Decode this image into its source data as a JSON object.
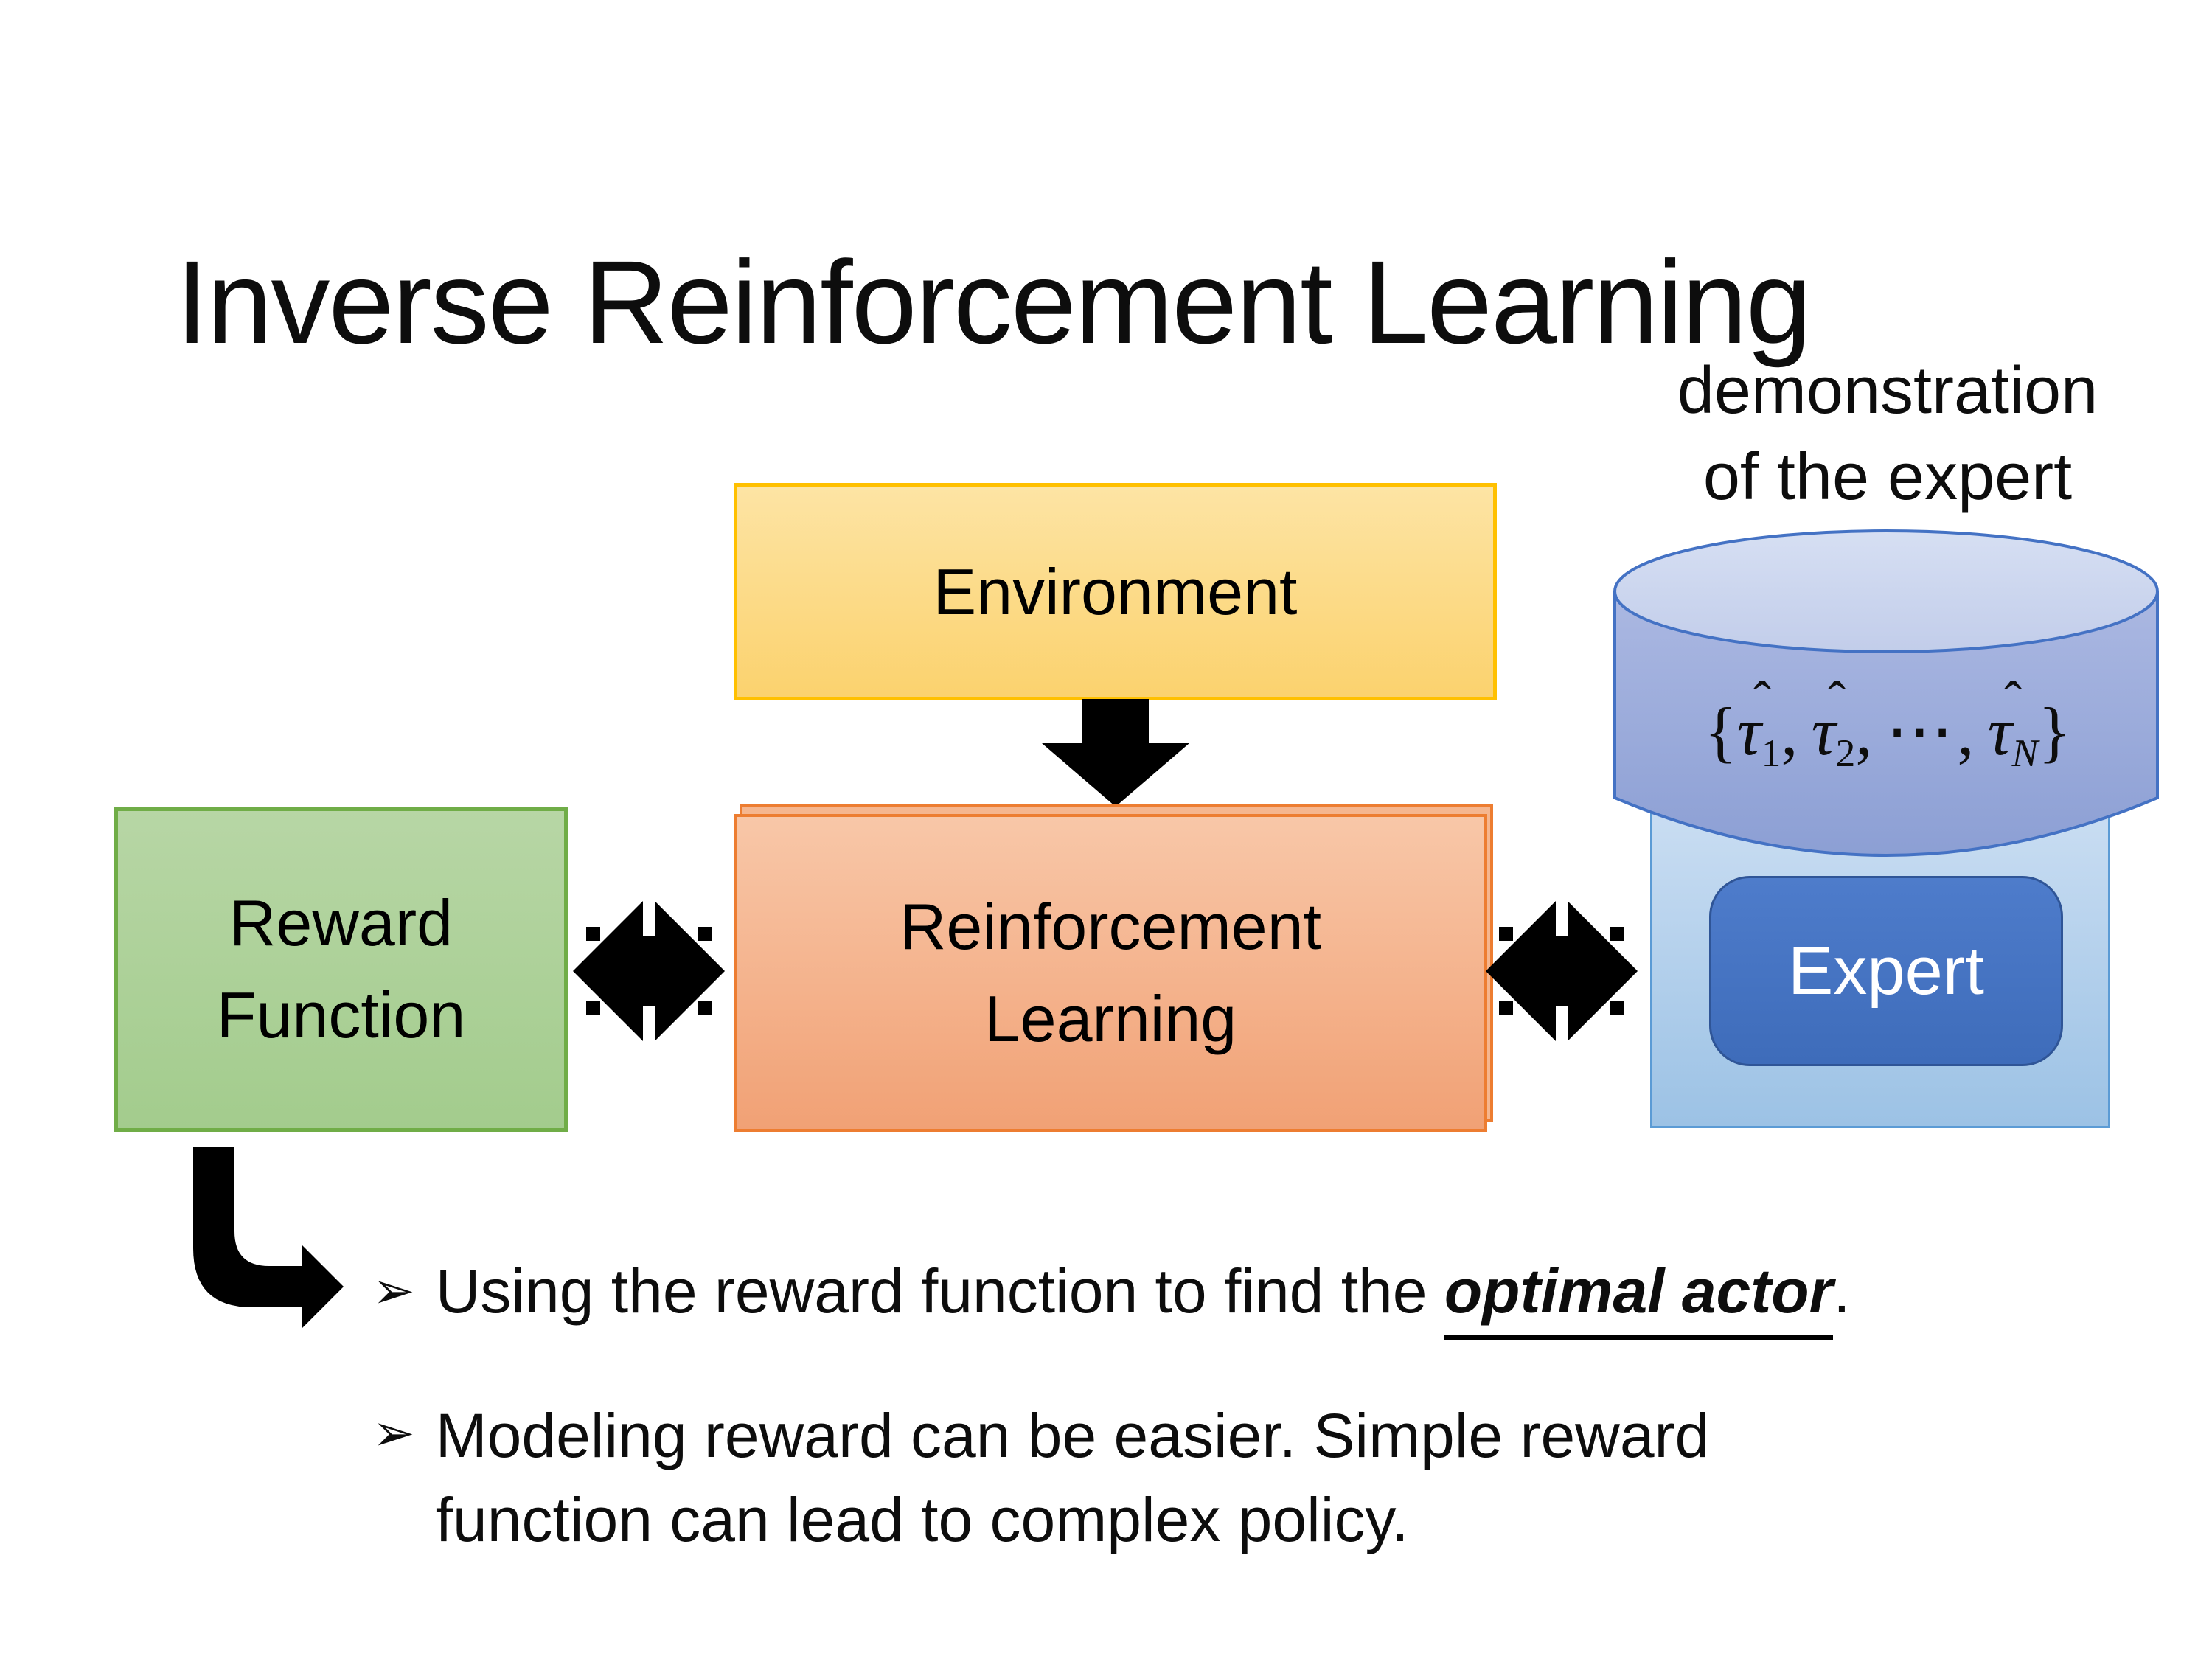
{
  "slide": {
    "title": "Inverse Reinforcement Learning",
    "annotation": {
      "line1": "demonstration",
      "line2": "of the expert"
    },
    "diagram": {
      "environment": {
        "label": "Environment"
      },
      "reinforcement_learning": {
        "line1": "Reinforcement",
        "line2": "Learning"
      },
      "reward_function": {
        "line1": "Reward",
        "line2": "Function"
      },
      "expert": {
        "label": "Expert"
      },
      "demonstration_set": {
        "open": "{",
        "close": "}",
        "tau": "τ",
        "hat": "ˆ",
        "sub1": "1",
        "sub2": "2",
        "subN": "N",
        "comma": ",",
        "dots": "⋯"
      }
    },
    "bullets": [
      {
        "marker": "➢",
        "pre": "Using the reward function to find the ",
        "emphasis": "optimal actor",
        "post": "."
      },
      {
        "marker": "➢",
        "line1": "Modeling reward can be easier. Simple reward",
        "line2": "function can lead to complex policy."
      }
    ],
    "colors": {
      "background": "#FFFFFF",
      "text": "#000000",
      "arrow": "#000000",
      "environment_border": "#FFC000",
      "environment_fill": "#FBD26E",
      "rl_border": "#ED7D31",
      "rl_fill": "#F1A175",
      "reward_border": "#70AD47",
      "reward_fill": "#A3CC8D",
      "expert_container_border": "#5B9BD5",
      "expert_container_fill": "#9CC2E5",
      "expert_box_border": "#2F5597",
      "expert_box_fill": "#4472C4",
      "cylinder_border": "#4472C4",
      "cylinder_fill": "#8FA2D6"
    }
  }
}
